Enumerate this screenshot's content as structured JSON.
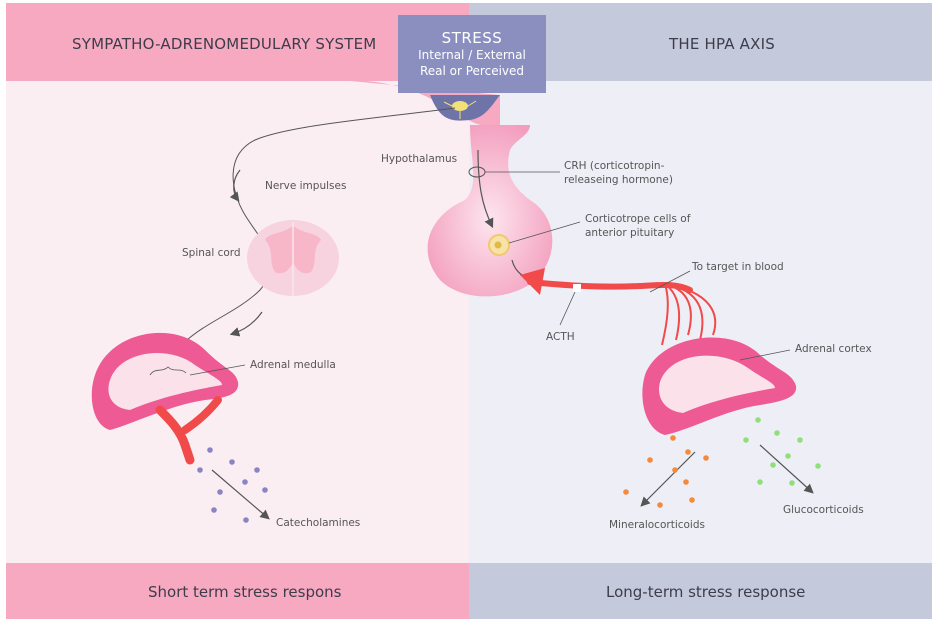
{
  "header": {
    "left_title": "SYMPATHO-ADRENOMEDULARY SYSTEM",
    "right_title": "THE HPA AXIS"
  },
  "stress": {
    "title": "STRESS",
    "line1": "Internal / External",
    "line2": "Real or Perceived"
  },
  "labels": {
    "hypothalamus": "Hypothalamus",
    "nerve_impulses": "Nerve impulses",
    "spinal_cord": "Spinal cord",
    "adrenal_medulla": "Adrenal medulla",
    "catecholamines": "Catecholamines",
    "crh_line1": "CRH (corticotropin-",
    "crh_line2": "releaseing hormone)",
    "corticotrope_line1": "Corticotrope cells of",
    "corticotrope_line2": "anterior pituitary",
    "to_target": "To target in blood",
    "acth": "ACTH",
    "adrenal_cortex": "Adrenal cortex",
    "mineralocorticoids": "Mineralocorticoids",
    "glucocorticoids": "Glucocorticoids"
  },
  "footer": {
    "left": "Short term stress respons",
    "right": "Long-term stress response"
  },
  "colors": {
    "left_band": "#f6a9c1",
    "right_band": "#c5c9dc",
    "stress_box": "#8a8fbf",
    "gland_pink": "#ee5a93",
    "vessel_red": "#f04a4a",
    "catecholamine_dot": "#8a84c4",
    "mineralocorticoid_dot": "#f58a3a",
    "glucocorticoid_dot": "#8fe07a"
  }
}
